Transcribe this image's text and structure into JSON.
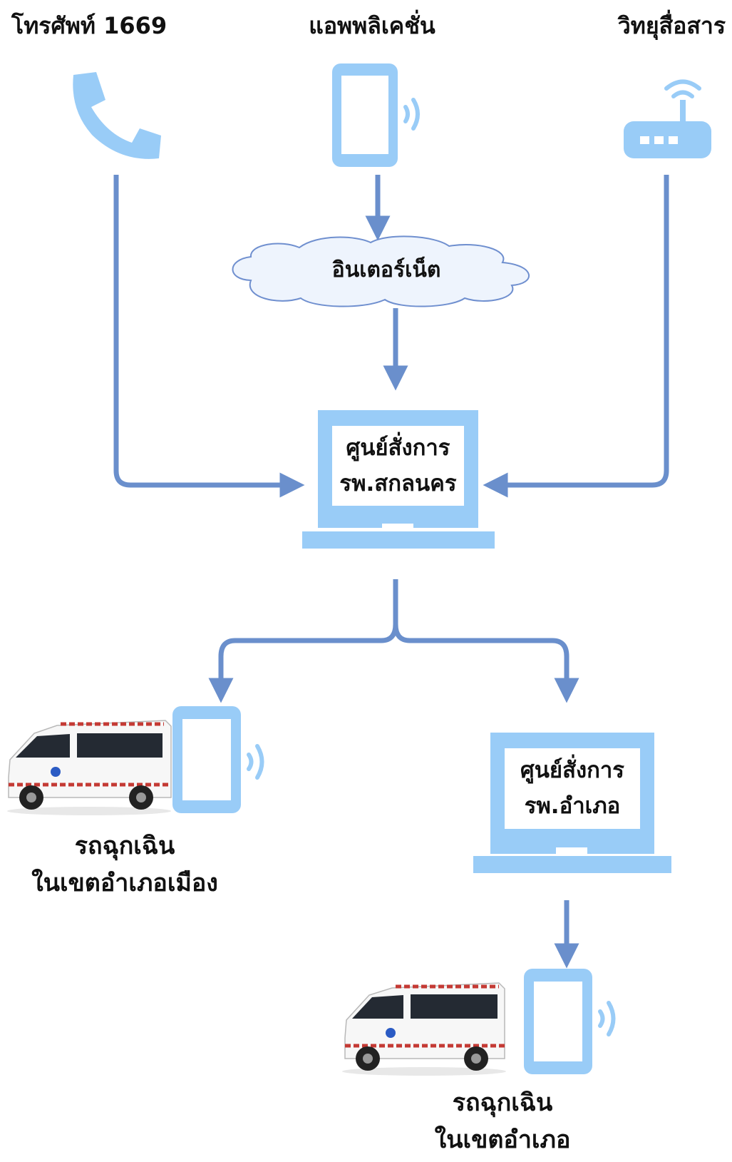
{
  "sources": {
    "phone": "โทรศัพท์ 1669",
    "app": "แอพพลิเคชั่น",
    "radio": "วิทยุสื่อสาร"
  },
  "cloud_label": "อินเตอร์เน็ต",
  "main_center": {
    "line1": "ศูนย์สั่งการ",
    "line2": "รพ.สกลนคร"
  },
  "district_center": {
    "line1": "ศูนย์สั่งการ",
    "line2": "รพ.อำเภอ"
  },
  "ambulance_city": {
    "line1": "รถฉุกเฉิน",
    "line2": "ในเขตอำเภอเมือง"
  },
  "ambulance_district": {
    "line1": "รถฉุกเฉิน",
    "line2": "ในเขตอำเภอ"
  },
  "colors": {
    "icon": "#99ccf7",
    "arrow": "#6a8fcc",
    "cloud_fill": "#eef4fd",
    "cloud_stroke": "#6f8fcf"
  },
  "icons": [
    "phone-icon",
    "smartphone-icon",
    "wifi-router-icon",
    "cloud-icon",
    "laptop-icon",
    "ambulance-icon"
  ]
}
